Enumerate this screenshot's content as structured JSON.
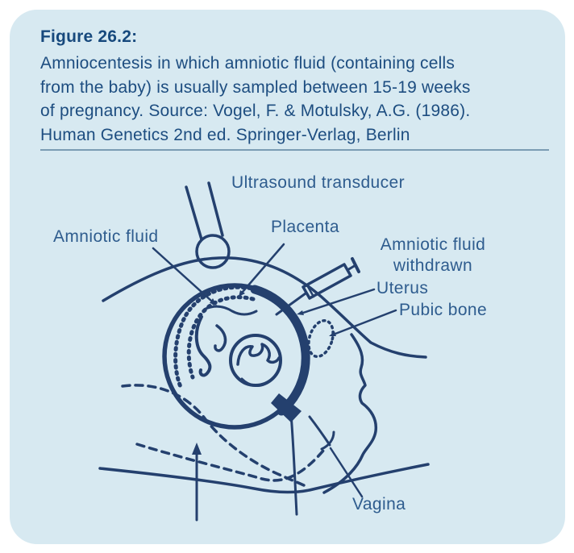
{
  "figure": {
    "title": "Figure 26.2:",
    "caption_lines": [
      "Amniocentesis in which amniotic fluid (containing cells",
      "from the baby) is usually sampled between 15-19 weeks",
      "of pregnancy. Source: Vogel, F. & Motulsky, A.G. (1986).",
      "Human Genetics 2nd ed. Springer-Verlag, Berlin"
    ]
  },
  "diagram": {
    "labels": {
      "ultrasound": "Ultrasound transducer",
      "amniotic_fluid": "Amniotic fluid",
      "placenta": "Placenta",
      "amniotic_withdrawn": "Amniotic fluid withdrawn",
      "uterus": "Uterus",
      "pubic_bone": "Pubic bone",
      "vagina": "Vagina"
    }
  },
  "colors": {
    "card_background": "#d7e9f1",
    "title_text": "#17497d",
    "caption_text": "#1d4d80",
    "label_text": "#2e5c8e",
    "divider": "#7b9cb4",
    "ink": "#24406e"
  }
}
